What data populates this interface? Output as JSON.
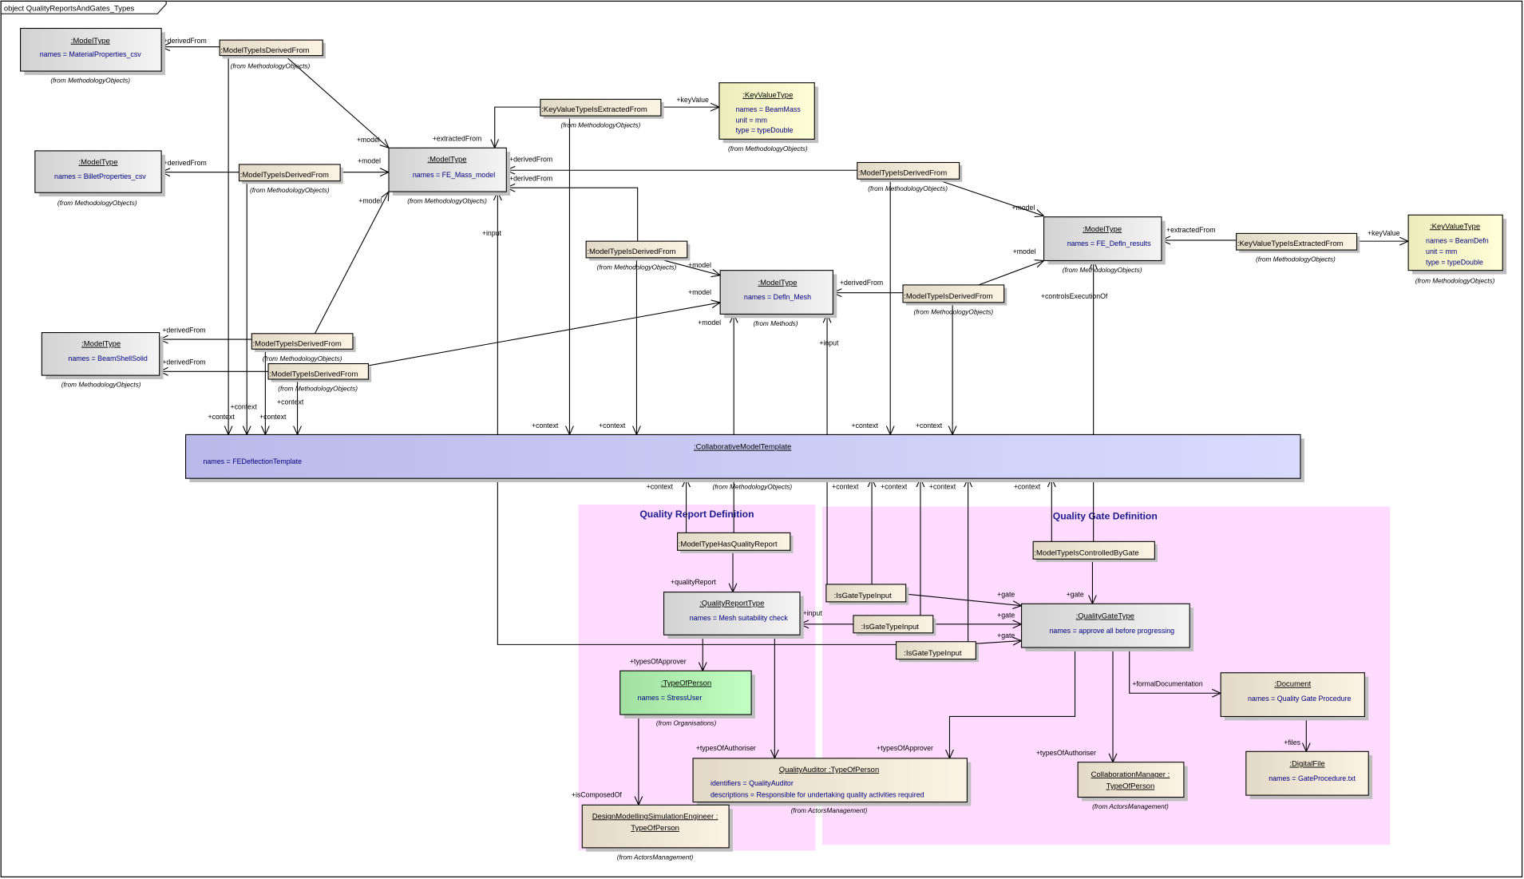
{
  "diagram": {
    "title": "object QualityReportsAndGates_Types"
  },
  "regions": {
    "quality_report": {
      "title": "Quality Report Definition"
    },
    "quality_gate": {
      "title": "Quality Gate Definition"
    }
  },
  "objects": {
    "mt_material": {
      "header": ":ModelType",
      "attrs": [
        "names = MaterialProperties_csv"
      ],
      "from": "(from MethodologyObjects)"
    },
    "mt_billet": {
      "header": ":ModelType",
      "attrs": [
        "names = BilletProperties_csv"
      ],
      "from": "(from MethodologyObjects)"
    },
    "mt_beamshell": {
      "header": ":ModelType",
      "attrs": [
        "names = BeamShellSolid"
      ],
      "from": "(from MethodologyObjects)"
    },
    "mt_fe_mass": {
      "header": ":ModelType",
      "attrs": [
        "names = FE_Mass_model"
      ],
      "from": "(from MethodologyObjects)"
    },
    "kv_beammass": {
      "header": ":KeyValueType",
      "attrs": [
        "names = BeamMass",
        "unit = mm",
        "type = typeDouble"
      ],
      "from": "(from MethodologyObjects)"
    },
    "mt_defln_mesh": {
      "header": ":ModelType",
      "attrs": [
        "names = Defln_Mesh"
      ],
      "from": "(from Methods)"
    },
    "mt_fe_defln": {
      "header": ":ModelType",
      "attrs": [
        "names = FE_Defln_results"
      ],
      "from": "(from MethodologyObjects)"
    },
    "kv_beamdefn": {
      "header": ":KeyValueType",
      "attrs": [
        "names = BeamDefn",
        "unit = mm",
        "type = typeDouble"
      ],
      "from": "(from MethodologyObjects)"
    },
    "template": {
      "header": ":CollaborativeModelTemplate",
      "attrs": [
        "names = FEDeflectionTemplate"
      ],
      "from": "(from MethodologyObjects)"
    },
    "quality_report": {
      "header": ":QualityReportType",
      "attrs": [
        "names = Mesh suitability check"
      ]
    },
    "stress_user": {
      "header": ":TypeOfPerson",
      "attrs": [
        "names = StressUser"
      ],
      "from": "(from Organisations)"
    },
    "quality_auditor": {
      "header": "QualityAuditor :TypeOfPerson",
      "attrs": [
        "identifiers = QualityAuditor",
        "descriptions = Responsible for undertaking quality activities required"
      ],
      "from": "(from ActorsManagement)"
    },
    "dmse": {
      "header": [
        "DesignModellingSimulationEngineer :",
        "TypeOfPerson"
      ],
      "from": "(from ActorsManagement)"
    },
    "quality_gate": {
      "header": ":QualityGateType",
      "attrs": [
        "names = approve all before progressing"
      ]
    },
    "document": {
      "header": ":Document",
      "attrs": [
        "names = Quality Gate Procedure"
      ]
    },
    "digital_file": {
      "header": ":DigitalFile",
      "attrs": [
        "names = GateProcedure.txt"
      ]
    },
    "collab_manager": {
      "header": [
        "CollaborationManager :",
        "TypeOfPerson"
      ],
      "from": "(from ActorsManagement)"
    }
  },
  "relations": {
    "mtidf_1": {
      "label": ":ModelTypeIsDerivedFrom",
      "from": "(from MethodologyObjects)"
    },
    "mtidf_2": {
      "label": ":ModelTypeIsDerivedFrom",
      "from": "(from MethodologyObjects)"
    },
    "mtidf_3": {
      "label": ":ModelTypeIsDerivedFrom",
      "from": "(from MethodologyObjects)"
    },
    "mtidf_4": {
      "label": ":ModelTypeIsDerivedFrom",
      "from": "(from MethodologyObjects)"
    },
    "kvtief_1": {
      "label": ":KeyValueTypeIsExtractedFrom",
      "from": "(from MethodologyObjects)"
    },
    "mtidf_5": {
      "label": ":ModelTypeIsDerivedFrom",
      "from": "(from MethodologyObjects)"
    },
    "mtidf_6": {
      "label": ":ModelTypeIsDerivedFrom",
      "from": "(from MethodologyObjects)"
    },
    "mtidf_7": {
      "label": ":ModelTypeIsDerivedFrom",
      "from": "(from MethodologyObjects)"
    },
    "kvtief_2": {
      "label": ":KeyValueTypeIsExtractedFrom",
      "from": "(from MethodologyObjects)"
    },
    "mthqr": {
      "label": ":ModelTypeHasQualityReport"
    },
    "mticbg": {
      "label": ":ModelTypeIsControlledByGate"
    },
    "igti_1": {
      "label": ":IsGateTypeInput"
    },
    "igti_2": {
      "label": ":IsGateTypeInput"
    },
    "igti_3": {
      "label": ":IsGateTypeInput"
    }
  },
  "roles": [
    "+derivedFrom",
    "+model",
    "+derivedFrom",
    "+model",
    "+model",
    "+derivedFrom",
    "+derivedFrom",
    "+model",
    "+extractedFrom",
    "+keyValue",
    "+derivedFrom",
    "+derivedFrom",
    "+model",
    "+model",
    "+model",
    "+derivedFrom",
    "+extractedFrom",
    "+keyValue",
    "+input",
    "+input",
    "+model",
    "+controlsExecutionOf",
    "+context",
    "+context",
    "+context",
    "+context",
    "+context",
    "+context",
    "+context",
    "+context",
    "+context",
    "+context",
    "+context",
    "+context",
    "+context",
    "+qualityReport",
    "+input",
    "+gate",
    "+gate",
    "+gate",
    "+gate",
    "+typesOfApprover",
    "+typesOfAuthoriser",
    "+isComposedOf",
    "+typesOfApprover",
    "+typesOfAuthoriser",
    "+formalDocumentation",
    "+files"
  ],
  "colors": {
    "model_type": "#e8e8e8",
    "relation": "#f3eadb",
    "key_value": "#fafad0",
    "template": "#cacaf4",
    "type_of_person": "#b4f2b4",
    "region": "#ffdcff",
    "attribute_text": "#000080",
    "region_title": "#1c1c8c"
  }
}
